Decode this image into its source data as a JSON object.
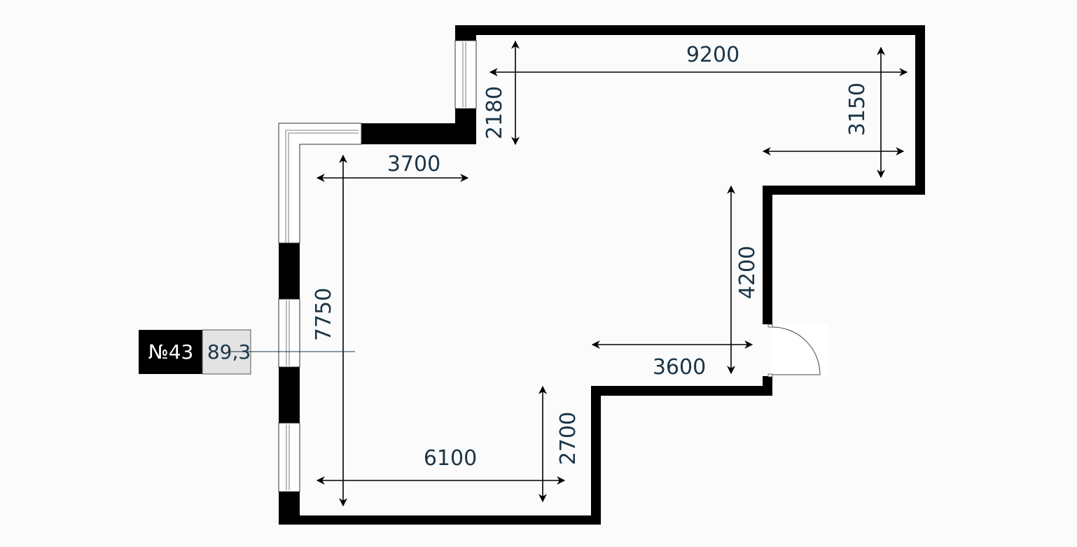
{
  "unit": {
    "number": "№43",
    "area": "89,3"
  },
  "dimensions": {
    "top_width": "9200",
    "top_left_height": "2180",
    "top_right_height": "3150",
    "mid_left_width": "3700",
    "left_height": "7750",
    "right_height": "4200",
    "mid_right_width": "3600",
    "bottom_width": "6100",
    "bottom_right_height": "2700"
  },
  "colors": {
    "wall": "#000000",
    "dimension_text": "#1b3547",
    "area_label_bg": "#e3e3e3",
    "background": "#fbfbfb"
  }
}
